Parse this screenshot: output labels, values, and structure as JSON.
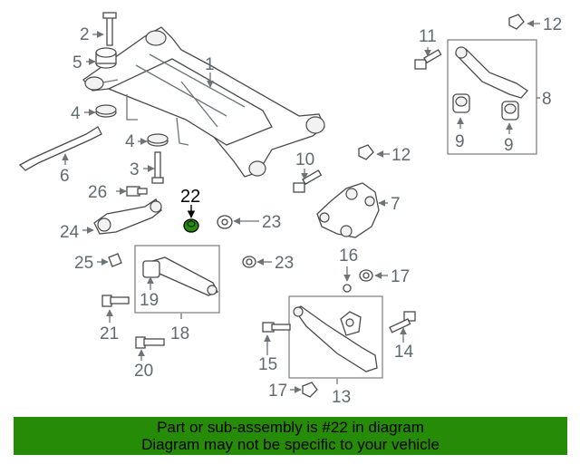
{
  "callouts": {
    "c1": "1",
    "c2": "2",
    "c3": "3",
    "c4a": "4",
    "c4b": "4",
    "c5": "5",
    "c6": "6",
    "c7": "7",
    "c8": "8",
    "c9a": "9",
    "c9b": "9",
    "c10": "10",
    "c11": "11",
    "c12a": "12",
    "c12b": "12",
    "c13": "13",
    "c14": "14",
    "c15": "15",
    "c16": "16",
    "c17a": "17",
    "c17b": "17",
    "c18": "18",
    "c19": "19",
    "c20": "20",
    "c21": "21",
    "c22": "22",
    "c23a": "23",
    "c23b": "23",
    "c24": "24",
    "c25": "25",
    "c26": "26"
  },
  "highlight_color": "#268b07",
  "banner": {
    "line1": "Part or sub-assembly is #22 in diagram",
    "line2": "Diagram may not be specific to your vehicle"
  }
}
